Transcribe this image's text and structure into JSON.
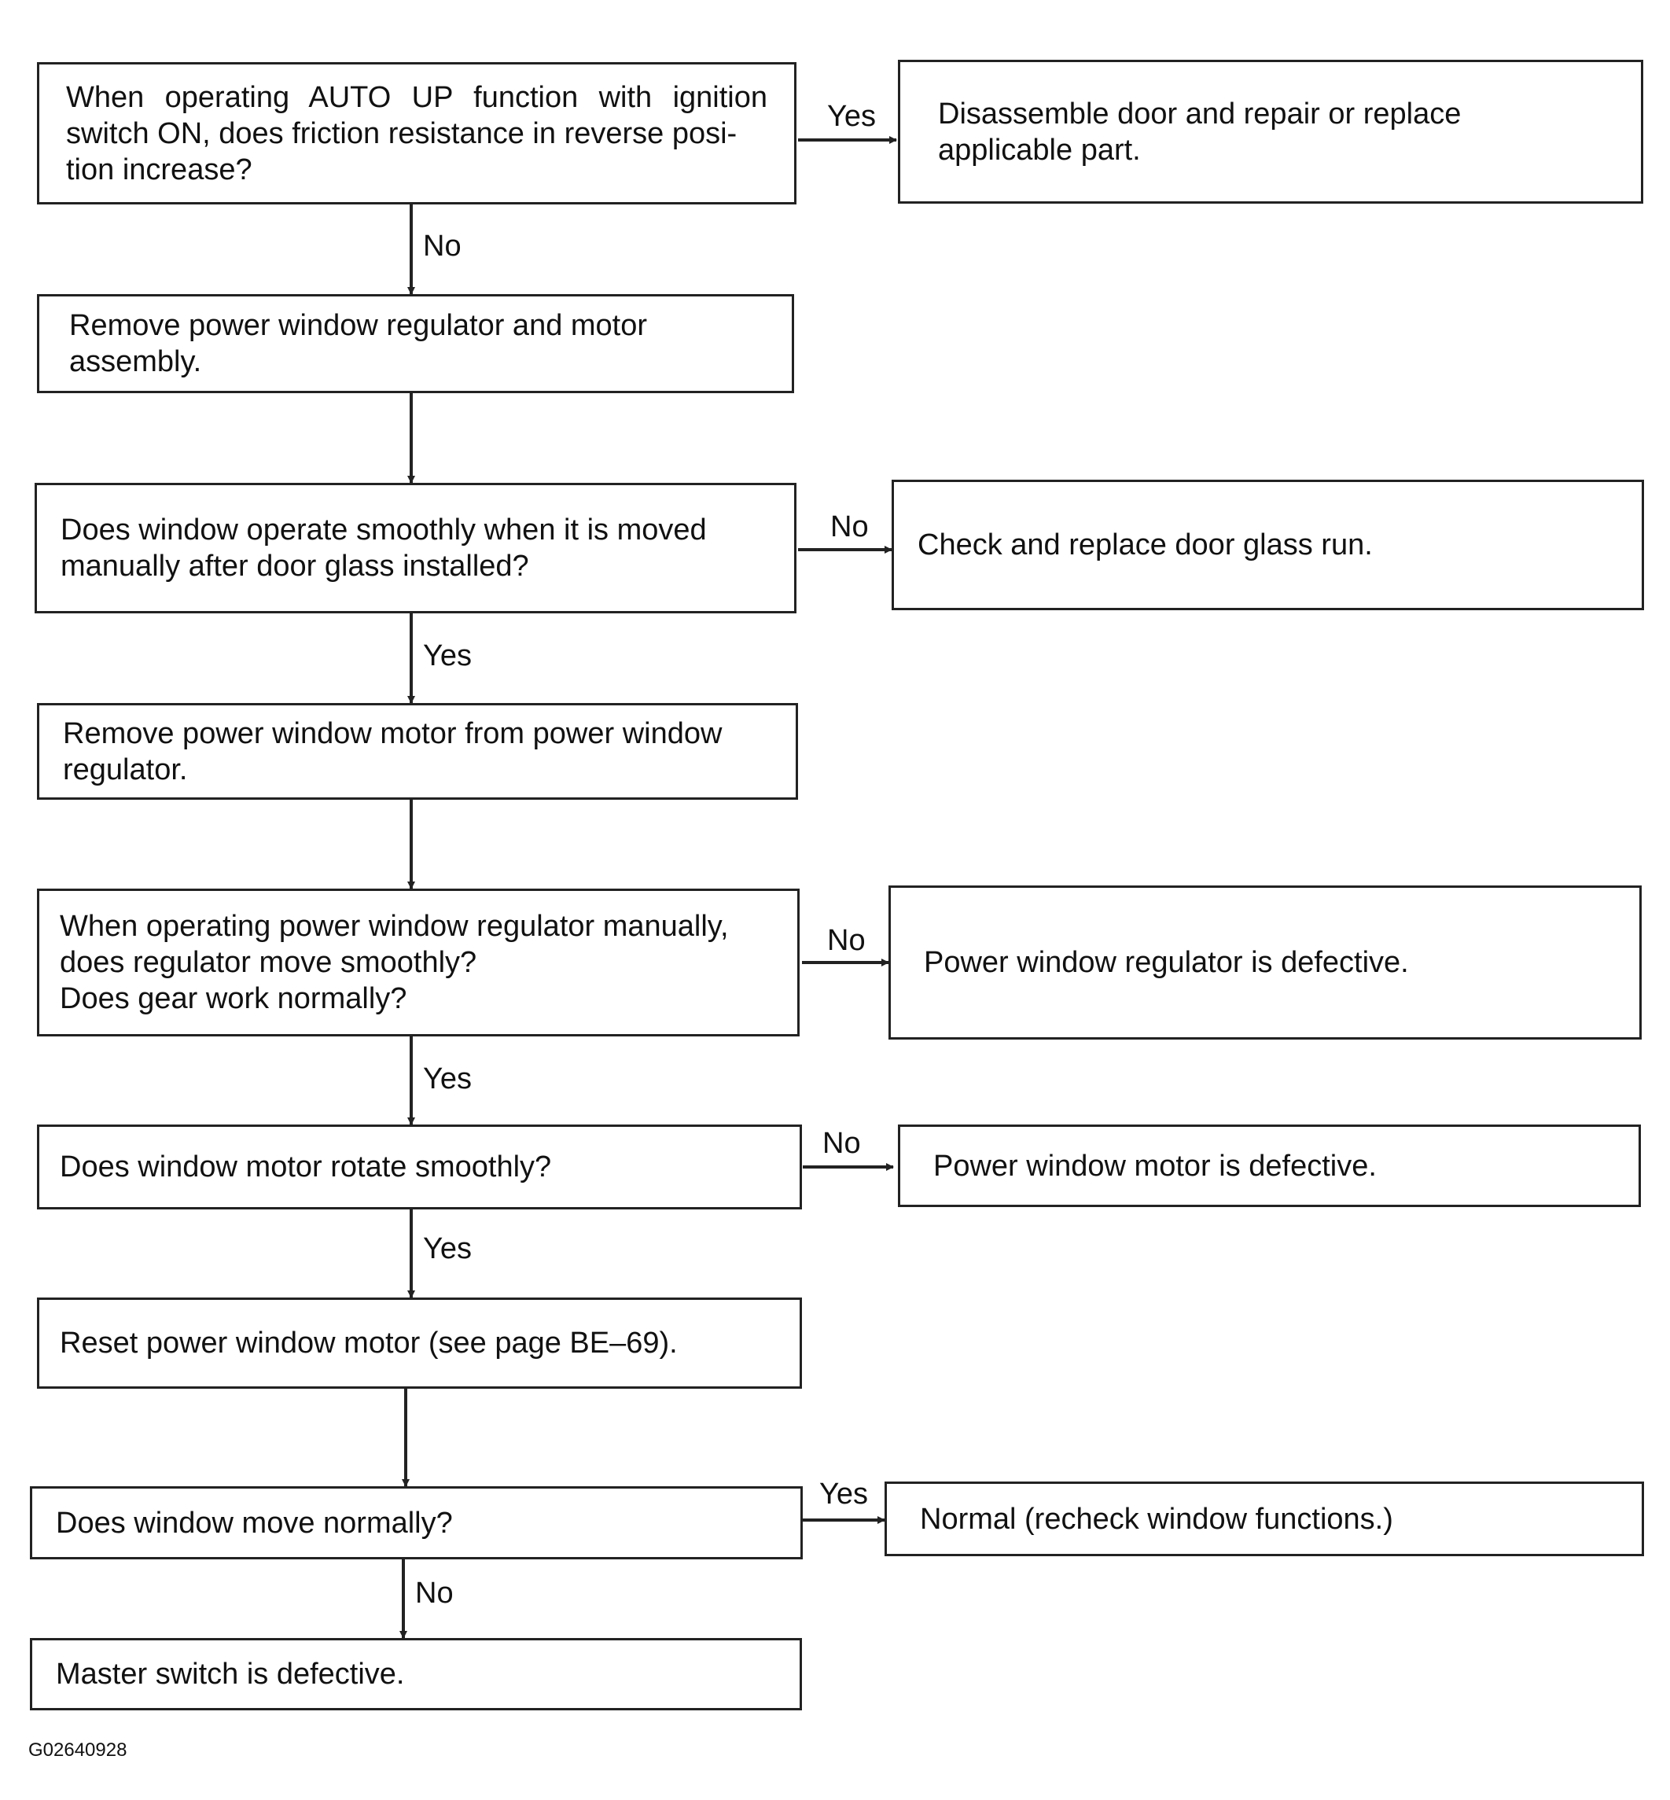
{
  "steps": {
    "q1": "When operating AUTO UP function with ignition switch ON, does friction resistance in reverse posi-\ntion increase?",
    "r1": "Disassemble door and repair or replace\napplicable part.",
    "a1": "Remove power window regulator and motor\nassembly.",
    "q2": "Does window operate smoothly when it is moved\nmanually after door glass installed?",
    "r2": "Check and replace door glass run.",
    "a2": "Remove power window motor from power window\nregulator.",
    "q3": "When operating power window regulator manually,\ndoes regulator move smoothly?\nDoes gear work normally?",
    "r3": "Power window regulator is defective.",
    "q4": "Does window motor rotate smoothly?",
    "r4": "Power window motor is defective.",
    "a3": "Reset power window motor (see page BE–69).",
    "q5": "Does window move normally?",
    "r5": "Normal (recheck window functions.)",
    "a4": "Master switch is defective."
  },
  "labels": {
    "q1_right": "Yes",
    "q1_down": "No",
    "q2_right": "No",
    "q2_down": "Yes",
    "q3_right": "No",
    "q3_down": "Yes",
    "q4_right": "No",
    "q4_down": "Yes",
    "q5_right": "Yes",
    "q5_down": "No"
  },
  "figure_code": "G02640928",
  "colors": {
    "line": "#222222",
    "background": "#ffffff"
  }
}
